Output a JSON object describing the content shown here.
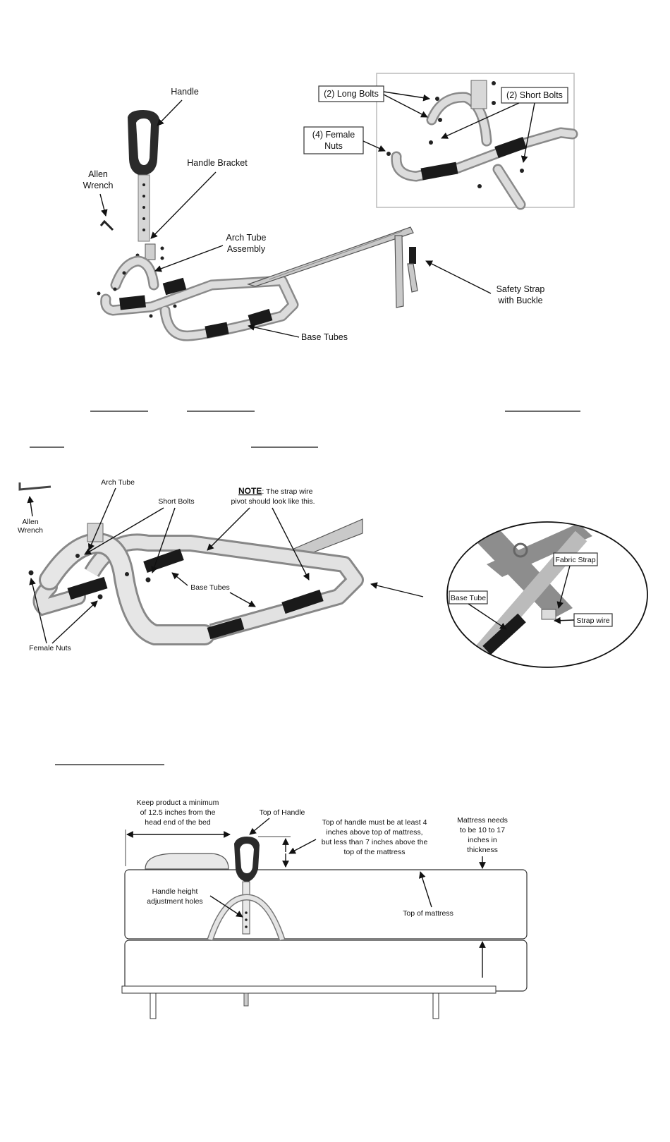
{
  "section1": {
    "labels": {
      "handle": "Handle",
      "allen_wrench_1": "Allen",
      "allen_wrench_2": "Wrench",
      "handle_bracket": "Handle Bracket",
      "arch_tube_1": "Arch Tube",
      "arch_tube_2": "Assembly",
      "safety_strap_1": "Safety Strap",
      "safety_strap_2": "with Buckle",
      "base_tubes": "Base Tubes"
    },
    "inset": {
      "long_bolts": "(2) Long Bolts",
      "short_bolts": "(2) Short Bolts",
      "female_nuts_1": "(4) Female",
      "female_nuts_2": "Nuts"
    }
  },
  "section2": {
    "labels": {
      "allen_wrench_1": "Allen",
      "allen_wrench_2": "Wrench",
      "arch_tube": "Arch Tube",
      "short_bolts": "Short Bolts",
      "note_bold": "NOTE",
      "note_rest": ": The strap wire",
      "note_line2": "pivot should look like this.",
      "base_tubes": "Base Tubes",
      "female_nuts": "Female Nuts"
    },
    "detail": {
      "fabric_strap": "Fabric Strap",
      "base_tube": "Base Tube",
      "strap_wire": "Strap wire"
    }
  },
  "section3": {
    "labels": {
      "keep_min_1": "Keep product a minimum",
      "keep_min_2": "of 12.5 inches from the",
      "keep_min_3": "head end of the bed",
      "top_of_handle": "Top of Handle",
      "handle_height_1": "Top of handle must be at least 4",
      "handle_height_2": "inches above top of mattress,",
      "handle_height_3": "but less than 7 inches above the",
      "handle_height_4": "top of the mattress",
      "mattress_1": "Mattress needs",
      "mattress_2": "to be 10 to 17",
      "mattress_3": "inches in",
      "mattress_4": "thickness",
      "adj_holes_1": "Handle height",
      "adj_holes_2": "adjustment holes",
      "top_of_mattress": "Top of mattress"
    }
  }
}
